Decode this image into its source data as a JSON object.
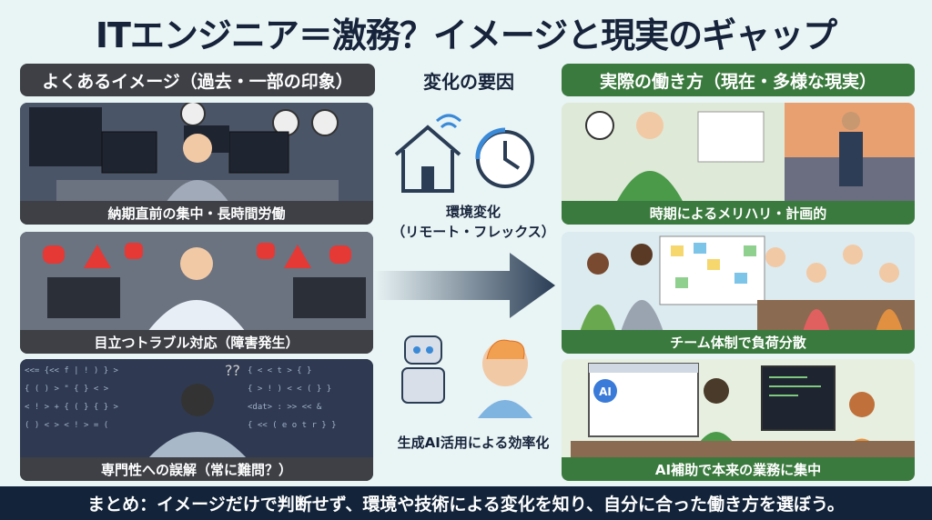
{
  "title": "ITエンジニア＝激務？イメージと現実のギャップ",
  "left_header": "よくあるイメージ（過去・一部の印象）",
  "center_header": "変化の要因",
  "right_header": "実際の働き方（現在・多様な現実）",
  "left_panels": [
    {
      "caption": "納期直前の集中・長時間労働"
    },
    {
      "caption": "目立つトラブル対応（障害発生）"
    },
    {
      "caption": "専門性への誤解（常に難問？）"
    }
  ],
  "right_panels": [
    {
      "caption": "時期によるメリハリ・計画的"
    },
    {
      "caption": "チーム体制で負荷分散"
    },
    {
      "caption": "AI補助で本来の業務に集中"
    }
  ],
  "factors": {
    "env_line1": "環境変化",
    "env_line2": "（リモート・フレックス）",
    "ai": "生成AI活用による効率化"
  },
  "ai_screen_label": "AI",
  "footer": "まとめ：イメージだけで判断せず、環境や技術による変化を知り、自分に合った働き方を選ぼう。",
  "colors": {
    "left_accent": "#3e4046",
    "right_accent": "#3b7a3e",
    "footer": "#13243a",
    "arrow": "#2a3d55"
  }
}
